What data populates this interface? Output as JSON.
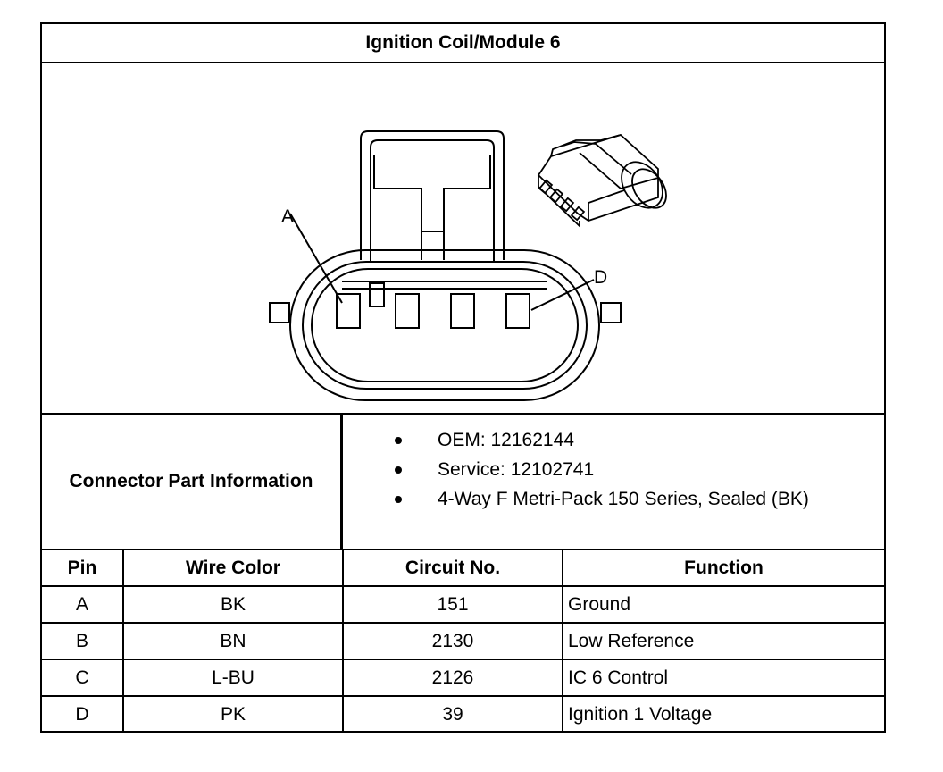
{
  "title": "Ignition Coil/Module 6",
  "figure": {
    "callouts": [
      "A",
      "D"
    ]
  },
  "connector_info": {
    "label": "Connector Part Information",
    "items": [
      "OEM: 12162144",
      "Service: 12102741",
      "4-Way F Metri-Pack 150 Series, Sealed (BK)"
    ]
  },
  "pin_table": {
    "headers": [
      "Pin",
      "Wire Color",
      "Circuit No.",
      "Function"
    ],
    "rows": [
      [
        "A",
        "BK",
        "151",
        "Ground"
      ],
      [
        "B",
        "BN",
        "2130",
        "Low Reference"
      ],
      [
        "C",
        "L-BU",
        "2126",
        "IC 6 Control"
      ],
      [
        "D",
        "PK",
        "39",
        "Ignition 1 Voltage"
      ]
    ]
  }
}
